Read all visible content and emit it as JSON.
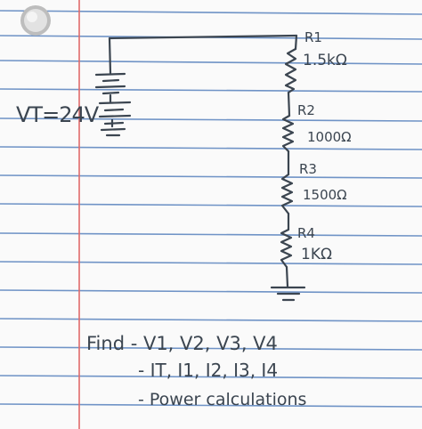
{
  "source": {
    "label": "VT=24V"
  },
  "resistors": [
    {
      "name": "R1",
      "value": "1.5kΩ"
    },
    {
      "name": "R2",
      "value": "1000Ω"
    },
    {
      "name": "R3",
      "value": "1500Ω"
    },
    {
      "name": "R4",
      "value": "1KΩ"
    }
  ],
  "tasks": {
    "line1": "Find - V1, V2, V3, V4",
    "line2": "- IT, I1, I2, I3, I4",
    "line3": "- Power calculations"
  },
  "colors": {
    "paper": "#fafafa",
    "rule": "#6f93c6",
    "margin": "#e06a6a",
    "ink": "#3b4550"
  }
}
